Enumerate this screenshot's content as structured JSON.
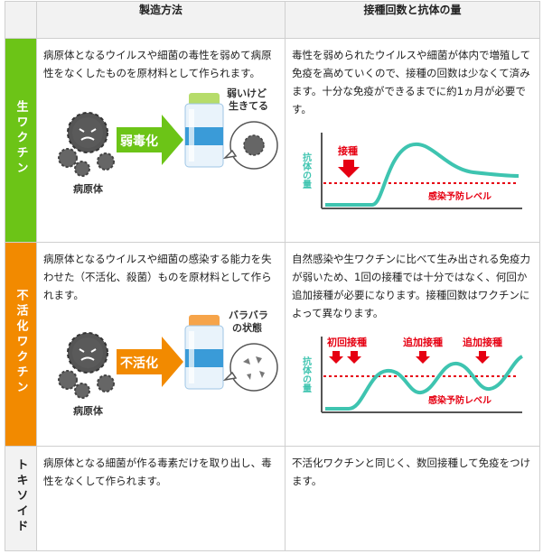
{
  "header": {
    "col1": "製造方法",
    "col2": "接種回数と抗体の量"
  },
  "rows": [
    {
      "label": "生ワクチン",
      "method": "病原体となるウイルスや細菌の毒性を弱めて病原性をなくしたものを原材料として作られます。",
      "doses": "毒性を弱められたウイルスや細菌が体内で増殖して免疫を高めていくので、接種の回数は少なくて済みます。十分な免疫ができるまでに約1ヵ月が必要です。",
      "illustration": {
        "arrow_label": "弱毒化",
        "bubble_label_1": "弱いけど",
        "bubble_label_2": "生きてる",
        "pathogen_label": "病原体"
      },
      "chart": {
        "y_label": "抗体の量",
        "dose_label": "接種",
        "threshold_label": "感染予防レベル"
      }
    },
    {
      "label": "不活化ワクチン",
      "method": "病原体となるウイルスや細菌の感染する能力を失わせた（不活化、殺菌）ものを原材料として作られます。",
      "doses": "自然感染や生ワクチンに比べて生み出される免疫力が弱いため、1回の接種では十分ではなく、何回か追加接種が必要になります。接種回数はワクチンによって異なります。",
      "illustration": {
        "arrow_label": "不活化",
        "bubble_label_1": "バラバラ",
        "bubble_label_2": "の状態",
        "pathogen_label": "病原体"
      },
      "chart": {
        "y_label": "抗体の量",
        "dose_labels": [
          "初回接種",
          "追加接種",
          "追加接種"
        ],
        "threshold_label": "感染予防レベル"
      }
    },
    {
      "label": "トキソイド",
      "method": "病原体となる細菌が作る毒素だけを取り出し、毒性をなくして作られます。",
      "doses": "不活化ワクチンと同じく、数回接種して免疫をつけます。"
    }
  ],
  "colors": {
    "live_green": "#6cc417",
    "inactivated_orange": "#f28a00",
    "accent_red": "#e60012",
    "curve_teal": "#3ec4b0",
    "vial_blue": "#3a9bd8"
  }
}
